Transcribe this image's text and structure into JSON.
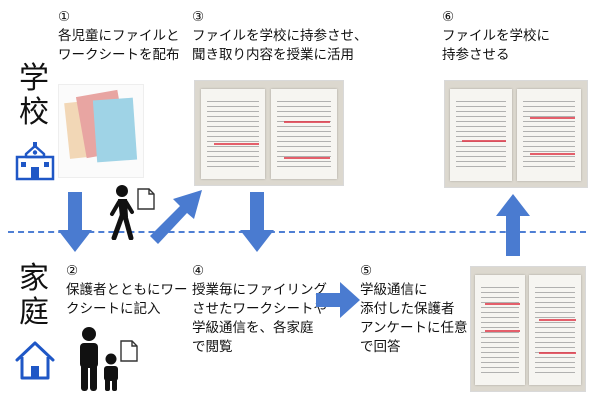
{
  "rows": {
    "school_label": [
      "学",
      "校"
    ],
    "home_label": [
      "家",
      "庭"
    ]
  },
  "steps": [
    {
      "num": "①",
      "lines": [
        "各児童にファイルと",
        "ワークシートを配布"
      ]
    },
    {
      "num": "②",
      "lines": [
        "保護者とともにワー",
        "クシートに記入"
      ]
    },
    {
      "num": "③",
      "lines": [
        "ファイルを学校に持参させ、",
        "聞き取り内容を授業に活用"
      ]
    },
    {
      "num": "④",
      "lines": [
        "授業毎にファイリング",
        "させたワークシートや",
        "学級通信を、各家庭",
        "で閲覧"
      ]
    },
    {
      "num": "⑤",
      "lines": [
        "学級通信に",
        "添付した保護者",
        "アンケートに任意",
        "で回答"
      ]
    },
    {
      "num": "⑥",
      "lines": [
        "ファイルを学校に",
        "持参させる"
      ]
    }
  ],
  "icons": {
    "school": "school-building-icon",
    "home": "house-icon",
    "walking_child": "walking-person-icon",
    "parent_child": "parent-and-child-icon",
    "document": "document-icon"
  },
  "colors": {
    "arrow": "#4a7bd0",
    "divider": "#4f7fd4",
    "icon_blue": "#1f57c6",
    "folder_pink": "#e8a5a2",
    "folder_blue": "#9fd3e6",
    "folder_tan": "#f2d7b6"
  }
}
